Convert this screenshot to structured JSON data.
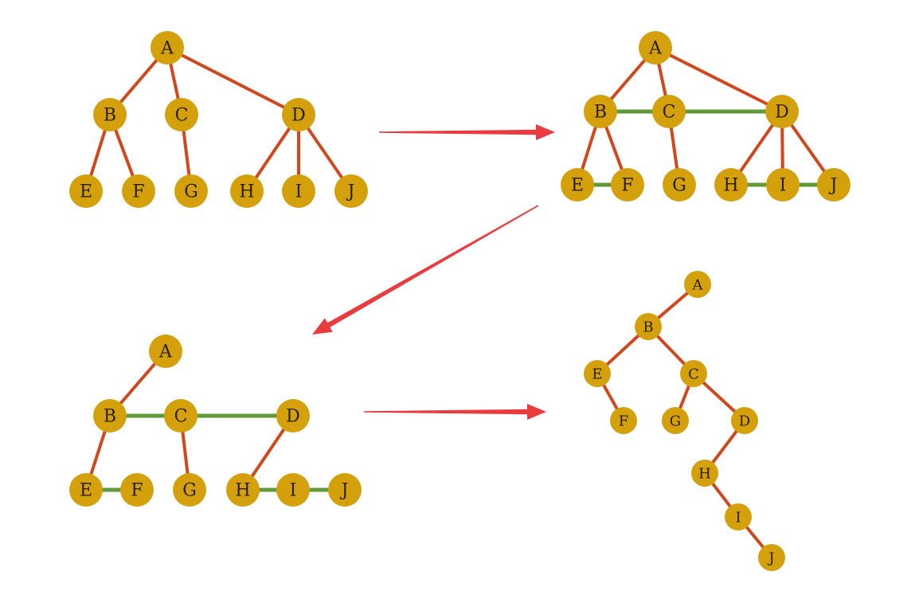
{
  "colors": {
    "node_fill": "#D4A00C",
    "node_text": "#2a2000",
    "edge_tree": "#D2481E",
    "edge_sibling": "#5E9A3A",
    "arrow": "#EA3B3F",
    "background": "#FFFFFF"
  },
  "diagrams": [
    {
      "id": "original-tree",
      "nodes": [
        {
          "id": "A",
          "label": "A"
        },
        {
          "id": "B",
          "label": "B"
        },
        {
          "id": "C",
          "label": "C"
        },
        {
          "id": "D",
          "label": "D"
        },
        {
          "id": "E",
          "label": "E"
        },
        {
          "id": "F",
          "label": "F"
        },
        {
          "id": "G",
          "label": "G"
        },
        {
          "id": "H",
          "label": "H"
        },
        {
          "id": "I",
          "label": "I"
        },
        {
          "id": "J",
          "label": "J"
        }
      ],
      "edges": [
        {
          "from": "A",
          "to": "B",
          "kind": "tree"
        },
        {
          "from": "A",
          "to": "C",
          "kind": "tree"
        },
        {
          "from": "A",
          "to": "D",
          "kind": "tree"
        },
        {
          "from": "B",
          "to": "E",
          "kind": "tree"
        },
        {
          "from": "B",
          "to": "F",
          "kind": "tree"
        },
        {
          "from": "C",
          "to": "G",
          "kind": "tree"
        },
        {
          "from": "D",
          "to": "H",
          "kind": "tree"
        },
        {
          "from": "D",
          "to": "I",
          "kind": "tree"
        },
        {
          "from": "D",
          "to": "J",
          "kind": "tree"
        }
      ]
    },
    {
      "id": "siblings-linked",
      "nodes": [
        {
          "id": "A",
          "label": "A"
        },
        {
          "id": "B",
          "label": "B"
        },
        {
          "id": "C",
          "label": "C"
        },
        {
          "id": "D",
          "label": "D"
        },
        {
          "id": "E",
          "label": "E"
        },
        {
          "id": "F",
          "label": "F"
        },
        {
          "id": "G",
          "label": "G"
        },
        {
          "id": "H",
          "label": "H"
        },
        {
          "id": "I",
          "label": "I"
        },
        {
          "id": "J",
          "label": "J"
        }
      ],
      "edges": [
        {
          "from": "A",
          "to": "B",
          "kind": "tree"
        },
        {
          "from": "A",
          "to": "C",
          "kind": "tree"
        },
        {
          "from": "A",
          "to": "D",
          "kind": "tree"
        },
        {
          "from": "B",
          "to": "E",
          "kind": "tree"
        },
        {
          "from": "B",
          "to": "F",
          "kind": "tree"
        },
        {
          "from": "C",
          "to": "G",
          "kind": "tree"
        },
        {
          "from": "D",
          "to": "H",
          "kind": "tree"
        },
        {
          "from": "D",
          "to": "I",
          "kind": "tree"
        },
        {
          "from": "D",
          "to": "J",
          "kind": "tree"
        },
        {
          "from": "B",
          "to": "D",
          "kind": "sibling"
        },
        {
          "from": "E",
          "to": "F",
          "kind": "sibling"
        },
        {
          "from": "H",
          "to": "J",
          "kind": "sibling"
        }
      ]
    },
    {
      "id": "first-child-only",
      "nodes": [
        {
          "id": "A",
          "label": "A"
        },
        {
          "id": "B",
          "label": "B"
        },
        {
          "id": "C",
          "label": "C"
        },
        {
          "id": "D",
          "label": "D"
        },
        {
          "id": "E",
          "label": "E"
        },
        {
          "id": "F",
          "label": "F"
        },
        {
          "id": "G",
          "label": "G"
        },
        {
          "id": "H",
          "label": "H"
        },
        {
          "id": "I",
          "label": "I"
        },
        {
          "id": "J",
          "label": "J"
        }
      ],
      "edges": [
        {
          "from": "A",
          "to": "B",
          "kind": "tree"
        },
        {
          "from": "B",
          "to": "E",
          "kind": "tree"
        },
        {
          "from": "C",
          "to": "G",
          "kind": "tree"
        },
        {
          "from": "D",
          "to": "H",
          "kind": "tree"
        },
        {
          "from": "B",
          "to": "D",
          "kind": "sibling"
        },
        {
          "from": "E",
          "to": "F",
          "kind": "sibling"
        },
        {
          "from": "H",
          "to": "J",
          "kind": "sibling"
        }
      ]
    },
    {
      "id": "binary-tree",
      "nodes": [
        {
          "id": "A",
          "label": "A"
        },
        {
          "id": "B",
          "label": "B"
        },
        {
          "id": "C",
          "label": "C"
        },
        {
          "id": "D",
          "label": "D"
        },
        {
          "id": "E",
          "label": "E"
        },
        {
          "id": "F",
          "label": "F"
        },
        {
          "id": "G",
          "label": "G"
        },
        {
          "id": "H",
          "label": "H"
        },
        {
          "id": "I",
          "label": "I"
        },
        {
          "id": "J",
          "label": "J"
        }
      ],
      "edges": [
        {
          "from": "A",
          "to": "B",
          "kind": "tree"
        },
        {
          "from": "B",
          "to": "E",
          "kind": "tree"
        },
        {
          "from": "B",
          "to": "C",
          "kind": "tree"
        },
        {
          "from": "E",
          "to": "F",
          "kind": "tree"
        },
        {
          "from": "C",
          "to": "G",
          "kind": "tree"
        },
        {
          "from": "C",
          "to": "D",
          "kind": "tree"
        },
        {
          "from": "D",
          "to": "H",
          "kind": "tree"
        },
        {
          "from": "H",
          "to": "I",
          "kind": "tree"
        },
        {
          "from": "I",
          "to": "J",
          "kind": "tree"
        }
      ]
    }
  ],
  "arrows": [
    {
      "id": "arrow-1",
      "from_diagram": "original-tree",
      "to_diagram": "siblings-linked"
    },
    {
      "id": "arrow-2",
      "from_diagram": "siblings-linked",
      "to_diagram": "first-child-only"
    },
    {
      "id": "arrow-3",
      "from_diagram": "first-child-only",
      "to_diagram": "binary-tree"
    }
  ]
}
